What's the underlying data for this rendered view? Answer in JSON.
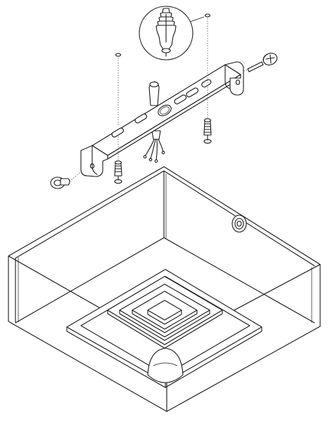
{
  "diagram": {
    "type": "exploded-assembly-illustration",
    "colors": {
      "line": "#1a1a1a",
      "background": "#ffffff",
      "shade": "#e9e9e9"
    },
    "parts": [
      "mounting-bracket",
      "wall-anchor",
      "mounting-screw",
      "side-screw",
      "knurled-fixing-nut",
      "supply-wires",
      "lamp-housing",
      "stepped-diffuser"
    ]
  }
}
